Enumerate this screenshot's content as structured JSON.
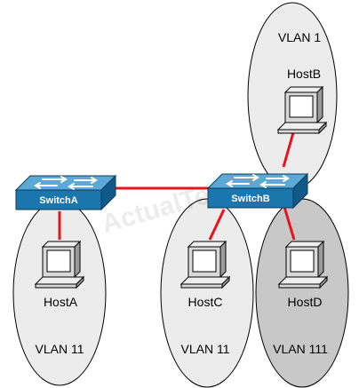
{
  "watermark": "ActualTests",
  "colors": {
    "link": "#e8141c",
    "ellipse_fill": "#ececec",
    "ellipse_fill_dark": "#c8c8c8",
    "ellipse_stroke": "#000000",
    "switch_top": "#5aa9d6",
    "switch_front": "#1b76ad",
    "host_body": "#d9d9d9"
  },
  "vlans": [
    {
      "label": "VLAN 1"
    },
    {
      "label": "VLAN 11"
    },
    {
      "label": "VLAN 11"
    },
    {
      "label": "VLAN 111"
    }
  ],
  "switches": [
    {
      "label": "SwitchA",
      "icon": "workgroup-switch-icon"
    },
    {
      "label": "SwitchB",
      "icon": "workgroup-switch-icon"
    }
  ],
  "hosts": [
    {
      "label": "HostA",
      "icon": "pc-workstation-icon"
    },
    {
      "label": "HostB",
      "icon": "pc-workstation-icon"
    },
    {
      "label": "HostC",
      "icon": "pc-workstation-icon"
    },
    {
      "label": "HostD",
      "icon": "pc-workstation-icon"
    }
  ]
}
